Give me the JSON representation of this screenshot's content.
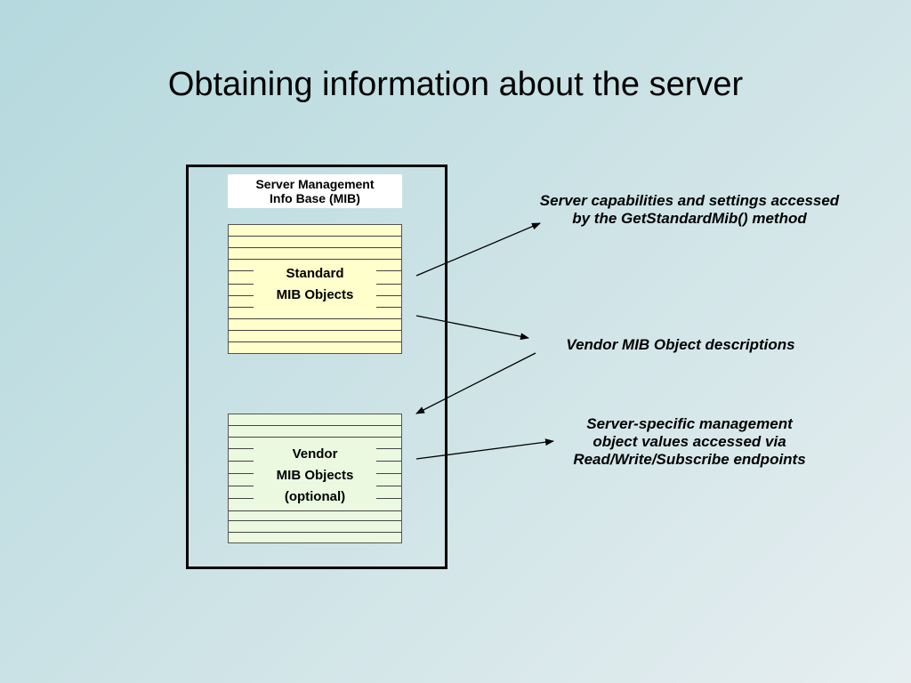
{
  "slide": {
    "title": "Obtaining information about the server"
  },
  "diagram": {
    "mib_header": [
      "Server Management",
      "Info Base (MIB)"
    ],
    "standard_block": {
      "lines": [
        "Standard",
        "MIB Objects"
      ],
      "fill": "#ffffcc"
    },
    "vendor_block": {
      "lines": [
        "Vendor",
        "MIB Objects",
        "(optional)"
      ],
      "fill": "#eaf9e0"
    },
    "descriptions": {
      "capabilities": [
        "Server capabilities and settings accessed",
        "by the GetStandardMib() method"
      ],
      "vendor_descriptions": "Vendor MIB Object descriptions",
      "server_specific": [
        "Server-specific management",
        "object values accessed via",
        "Read/Write/Subscribe endpoints"
      ]
    }
  }
}
